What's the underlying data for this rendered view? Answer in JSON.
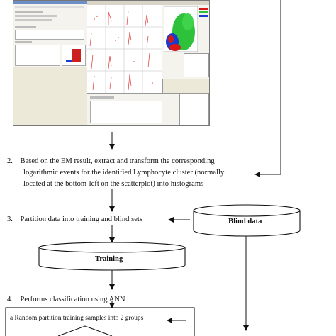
{
  "step2": {
    "line1": "2.    Based on the EM result, extract and transform the corresponding",
    "line2": "logarithmic events for the identified Lymphocyte cluster (normally",
    "line3": "located at the bottom-left on the scatterplot) into histograms"
  },
  "step3": {
    "text": "3.    Partition data into training and blind sets",
    "training_label": "Training",
    "blind_label": "Blind data"
  },
  "step4": {
    "text": "4.    Performs classification using ANN",
    "sub_a": "a Random partition training samples into 2 groups"
  },
  "colors": {
    "scatter_green": "#2ec23a",
    "scatter_blue": "#1a3ad0",
    "scatter_red": "#d81818",
    "bar_red": "#cc1f1f"
  }
}
